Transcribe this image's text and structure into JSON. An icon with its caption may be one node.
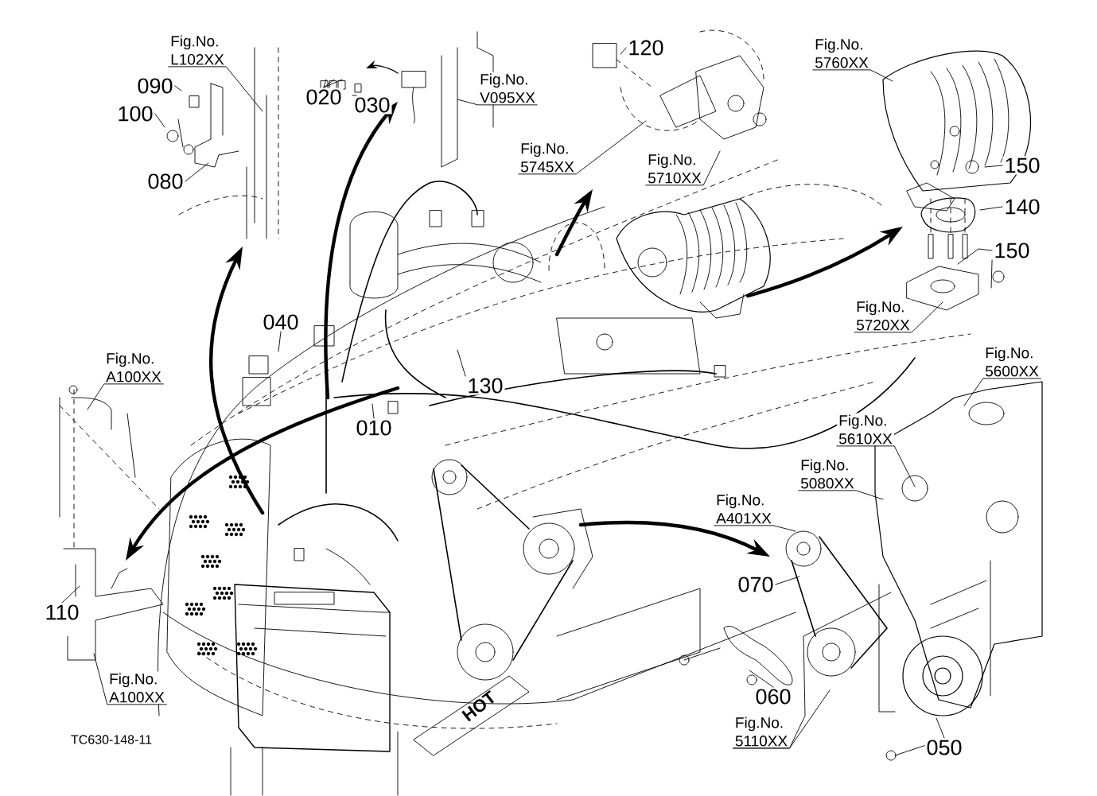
{
  "diagram": {
    "nodes": [
      {
        "text": [
          "Fig.No.",
          "L102XX"
        ]
      },
      {
        "text": [
          "090"
        ]
      },
      {
        "text": [
          "100"
        ]
      },
      {
        "text": [
          "080"
        ]
      },
      {
        "text": [
          "020"
        ]
      },
      {
        "text": [
          "030"
        ]
      },
      {
        "text": [
          "Fig.No.",
          "V095XX"
        ]
      },
      {
        "text": [
          "120"
        ]
      },
      {
        "text": [
          "Fig.No.",
          "5745XX"
        ]
      },
      {
        "text": [
          "Fig.No.",
          "5710XX"
        ]
      },
      {
        "text": [
          "Fig.No.",
          "5760XX"
        ]
      },
      {
        "text": [
          "150"
        ]
      },
      {
        "text": [
          "140"
        ]
      },
      {
        "text": [
          "150"
        ]
      },
      {
        "text": [
          "Fig.No.",
          "5720XX"
        ]
      },
      {
        "text": [
          "040"
        ]
      },
      {
        "text": [
          "130"
        ]
      },
      {
        "text": [
          "010"
        ]
      },
      {
        "text": [
          "Fig.No.",
          "A100XX"
        ]
      },
      {
        "text": [
          "Fig.No.",
          "5600XX"
        ]
      },
      {
        "text": [
          "Fig.No.",
          "5610XX"
        ]
      },
      {
        "text": [
          "Fig.No.",
          "5080XX"
        ]
      },
      {
        "text": [
          "Fig.No.",
          "A401XX"
        ]
      },
      {
        "text": [
          "070"
        ]
      },
      {
        "text": [
          "110"
        ]
      },
      {
        "text": [
          "Fig.No.",
          "A100XX"
        ]
      },
      {
        "text": [
          "060"
        ]
      },
      {
        "text": [
          "Fig.No.",
          "5110XX"
        ]
      },
      {
        "text": [
          "050"
        ]
      }
    ],
    "edges": [
      {
        "from": 0,
        "to": null,
        "arrow": "none"
      },
      {
        "from": 1,
        "to": null,
        "arrow": "none"
      },
      {
        "from": 2,
        "to": null,
        "arrow": "none"
      },
      {
        "from": 3,
        "to": null,
        "arrow": "none"
      },
      {
        "from": 4,
        "to": null,
        "arrow": "none"
      },
      {
        "from": 4,
        "to": null,
        "arrow": "none"
      },
      {
        "from": 4,
        "to": null,
        "arrow": "none"
      },
      {
        "from": 5,
        "to": null,
        "arrow": "none"
      },
      {
        "from": 6,
        "to": null,
        "arrow": "none"
      },
      {
        "from": 7,
        "to": null,
        "arrow": "none"
      },
      {
        "from": 8,
        "to": null,
        "arrow": "none"
      },
      {
        "from": 9,
        "to": null,
        "arrow": "none"
      },
      {
        "from": 10,
        "to": null,
        "arrow": "none"
      },
      {
        "from": 11,
        "to": null,
        "arrow": "none"
      },
      {
        "from": 12,
        "to": null,
        "arrow": "none"
      },
      {
        "from": 13,
        "to": null,
        "arrow": "none"
      },
      {
        "from": 13,
        "to": null,
        "arrow": "none"
      },
      {
        "from": 14,
        "to": null,
        "arrow": "none"
      },
      {
        "from": 15,
        "to": null,
        "arrow": "none"
      },
      {
        "from": 16,
        "to": null,
        "arrow": "none"
      },
      {
        "from": 17,
        "to": null,
        "arrow": "none"
      },
      {
        "from": 18,
        "to": null,
        "arrow": "none"
      },
      {
        "from": 19,
        "to": null,
        "arrow": "none"
      },
      {
        "from": 20,
        "to": null,
        "arrow": "none"
      },
      {
        "from": 21,
        "to": null,
        "arrow": "none"
      },
      {
        "from": 22,
        "to": null,
        "arrow": "none"
      },
      {
        "from": 23,
        "to": null,
        "arrow": "none"
      },
      {
        "from": 24,
        "to": null,
        "arrow": "none"
      },
      {
        "from": 25,
        "to": null,
        "arrow": "none"
      },
      {
        "from": 26,
        "to": null,
        "arrow": "none"
      },
      {
        "from": 27,
        "to": null,
        "arrow": "none"
      },
      {
        "from": 27,
        "to": null,
        "arrow": "none"
      },
      {
        "from": 28,
        "to": null,
        "arrow": "none"
      }
    ],
    "labels": [
      "HOT",
      "TC630-148-11"
    ]
  }
}
